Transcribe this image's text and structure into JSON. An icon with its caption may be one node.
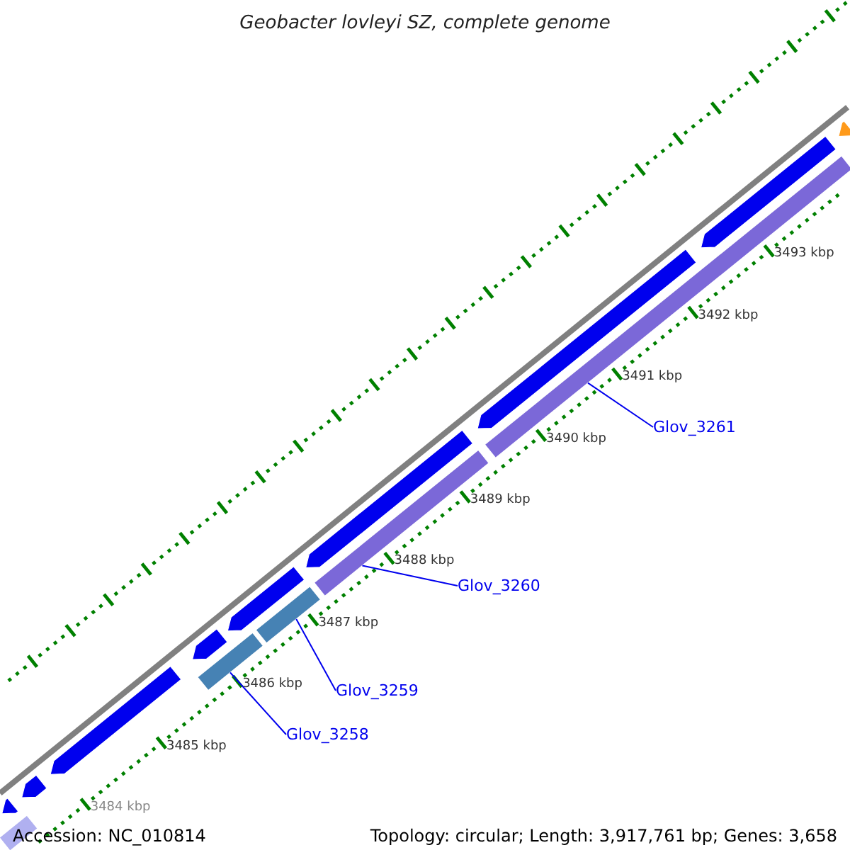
{
  "diagram": {
    "title": "Geobacter lovleyi SZ, complete genome",
    "nodes": [
      {
        "text": [
          "Glov_3258"
        ]
      },
      {
        "text": [
          "Glov_3259"
        ]
      },
      {
        "text": [
          "Glov_3260"
        ]
      },
      {
        "text": [
          "Glov_3261"
        ]
      },
      {
        "text": [],
        "shape": "bar"
      },
      {
        "text": [],
        "shape": "bar"
      },
      {
        "text": [],
        "shape": "bar"
      },
      {
        "text": [],
        "shape": "bar"
      },
      {
        "text": [],
        "shape": "pentagon"
      },
      {
        "text": [],
        "shape": "bar"
      },
      {
        "text": [],
        "shape": "pentagon"
      },
      {
        "text": [],
        "shape": "pentagon"
      },
      {
        "text": [],
        "shape": "pentagon"
      },
      {
        "text": [],
        "shape": "pentagon"
      },
      {
        "text": [],
        "shape": "pentagon"
      },
      {
        "text": [],
        "shape": "pentagon"
      },
      {
        "text": [],
        "shape": "pentagon"
      },
      {
        "text": [],
        "shape": "pentagon"
      }
    ],
    "edges": [
      {
        "from": 0,
        "to": 4,
        "arrow": "none"
      },
      {
        "from": 1,
        "to": 5,
        "arrow": "none"
      },
      {
        "from": 2,
        "to": 6,
        "arrow": "none"
      },
      {
        "from": 3,
        "to": 7,
        "arrow": "none"
      }
    ],
    "labels": [
      "3484 kbp",
      "3485 kbp",
      "3486 kbp",
      "3487 kbp",
      "3488 kbp",
      "3489 kbp",
      "3490 kbp",
      "3491 kbp",
      "3492 kbp",
      "3493 kbp",
      "Accession: NC_010814",
      "Topology: circular; Length: 3,917,761 bp; Genes: 3,658"
    ]
  }
}
